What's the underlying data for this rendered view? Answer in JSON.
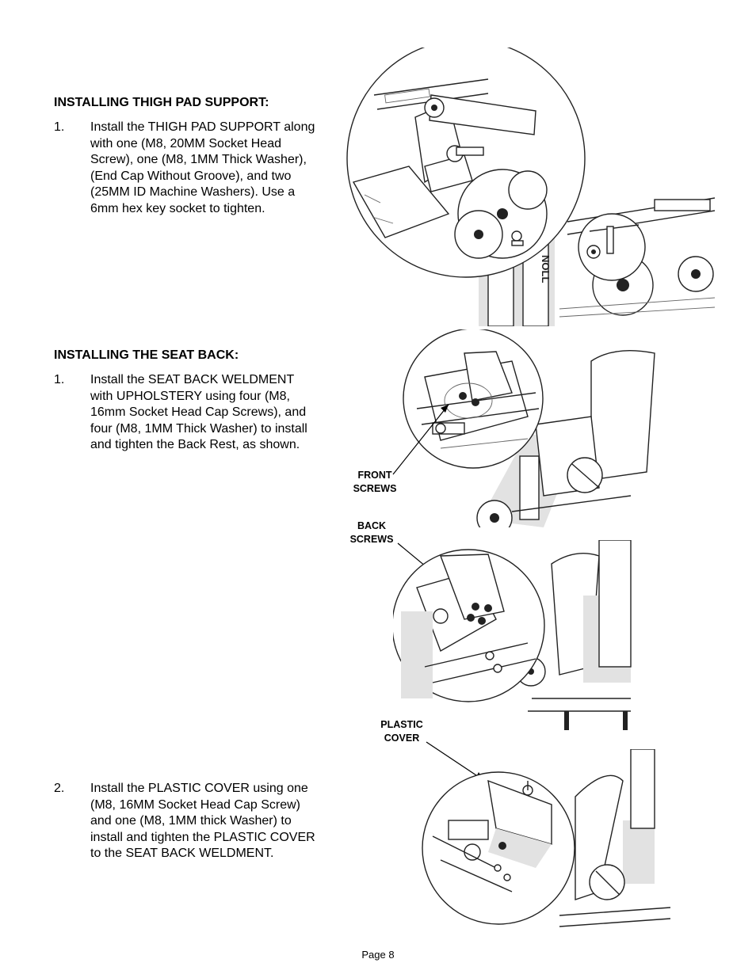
{
  "sections": [
    {
      "heading": "INSTALLING THIGH PAD SUPPORT:",
      "steps": [
        {
          "num": "1.",
          "text": "Install the THIGH PAD SUPPORT along\nwith one (M8, 20MM Socket Head\nScrew), one (M8, 1MM Thick Washer),\n(End Cap Without Groove), and two\n(25MM ID Machine Washers).  Use a\n6mm hex key socket to tighten."
        }
      ]
    },
    {
      "heading": "INSTALLING THE SEAT BACK:",
      "steps": [
        {
          "num": "1.",
          "text": "Install the SEAT BACK WELDMENT\nwith UPHOLSTERY using four (M8,\n16mm Socket Head Cap Screws), and\nfour (M8, 1MM Thick Washer) to install\nand tighten the Back Rest, as shown."
        },
        {
          "num": "2.",
          "text": "Install the PLASTIC COVER using one\n(M8, 16MM Socket Head Cap Screw)\nand one (M8, 1MM thick Washer) to\ninstall and tighten the PLASTIC COVER\nto the SEAT BACK WELDMENT."
        }
      ]
    }
  ],
  "callouts": {
    "front_screws": "FRONT\nSCREWS",
    "back_screws": "BACK\nSCREWS",
    "plastic_cover": "PLASTIC\nCOVER"
  },
  "figure_text": {
    "frame_brand": "NOLL"
  },
  "footer": {
    "page": "Page 8"
  }
}
